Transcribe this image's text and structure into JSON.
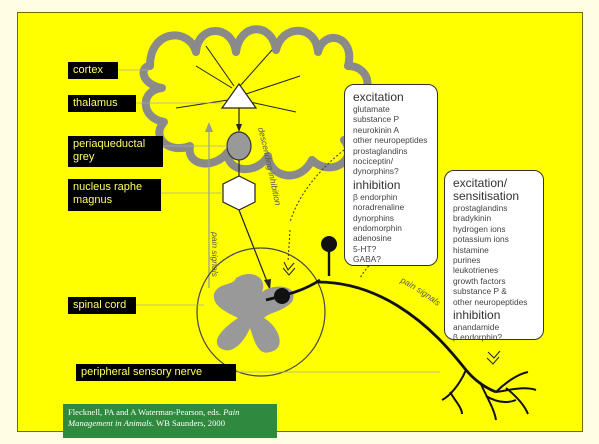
{
  "labels": {
    "cortex": "cortex",
    "thalamus": "thalamus",
    "periaqueductal_grey": "periaqueductal grey",
    "nucleus_raphe_magnus": "nucleus raphe magnus",
    "spinal_cord": "spinal cord",
    "peripheral_sensory_nerve": "peripheral sensory nerve"
  },
  "pathway_text": {
    "descending_inhibition": "descending inhibition",
    "pain_signals_vertical": "pain signals",
    "pain_signals_peripheral": "pain signals"
  },
  "central_box": {
    "excitation_heading": "excitation",
    "excitation_items": [
      "glutamate",
      "substance P",
      "neurokinin A",
      "other neuropeptides",
      "prostaglandins",
      "nociceptin/",
      "dynorphins?"
    ],
    "inhibition_heading": "inhibition",
    "inhibition_items": [
      "β endorphin",
      "noradrenaline",
      "dynorphins",
      "endomorphin",
      "adenosine",
      "5-HT?",
      "GABA?"
    ]
  },
  "peripheral_box": {
    "excitation_heading_line1": "excitation/",
    "excitation_heading_line2": "sensitisation",
    "excitation_items": [
      "prostaglandins",
      "bradykinin",
      "hydrogen ions",
      "potassium ions",
      "histamine",
      "purines",
      "leukotrienes",
      "growth factors",
      "substance P &",
      "other neuropeptides"
    ],
    "inhibition_heading": "inhibition",
    "inhibition_items": [
      "anandamide",
      "β endorphin?"
    ]
  },
  "citation": {
    "line1_prefix": "Flecknell, PA and A Waterman-Pearson, eds. ",
    "title": "Pain Management in Animals",
    "suffix": ". WB Saunders, 2000"
  },
  "colors": {
    "slide_background": "#fffee3",
    "panel": "#ffff00",
    "label_background": "#000000",
    "label_text": "#ffff66",
    "citation_background": "#2f8a3e"
  }
}
